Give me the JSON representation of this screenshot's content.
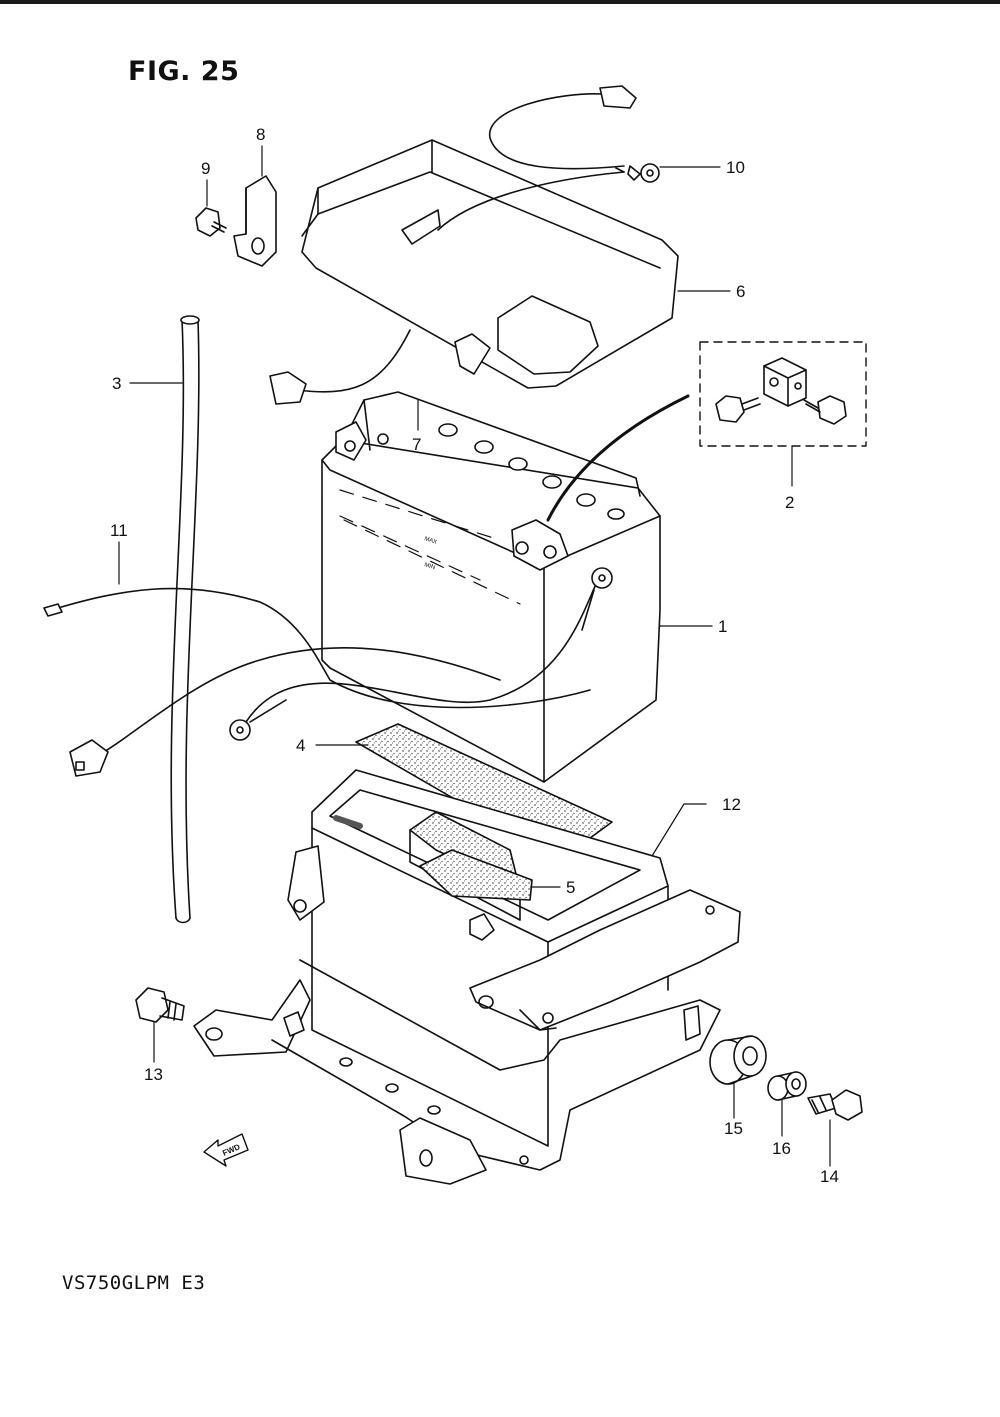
{
  "figure": {
    "title": "FIG. 25",
    "model_code": "VS750GLPM  E3"
  },
  "fwd_label": "FWD",
  "battery_markings": {
    "max": "MAX",
    "min": "MIN"
  },
  "callouts": [
    {
      "id": "c1",
      "text": "1"
    },
    {
      "id": "c2",
      "text": "2"
    },
    {
      "id": "c3",
      "text": "3"
    },
    {
      "id": "c4",
      "text": "4"
    },
    {
      "id": "c5",
      "text": "5"
    },
    {
      "id": "c6",
      "text": "6"
    },
    {
      "id": "c7",
      "text": "7"
    },
    {
      "id": "c8",
      "text": "8"
    },
    {
      "id": "c9",
      "text": "9"
    },
    {
      "id": "c10",
      "text": "10"
    },
    {
      "id": "c11",
      "text": "11"
    },
    {
      "id": "c12",
      "text": "12"
    },
    {
      "id": "c13",
      "text": "13"
    },
    {
      "id": "c14",
      "text": "14"
    },
    {
      "id": "c15",
      "text": "15"
    },
    {
      "id": "c16",
      "text": "16"
    }
  ]
}
